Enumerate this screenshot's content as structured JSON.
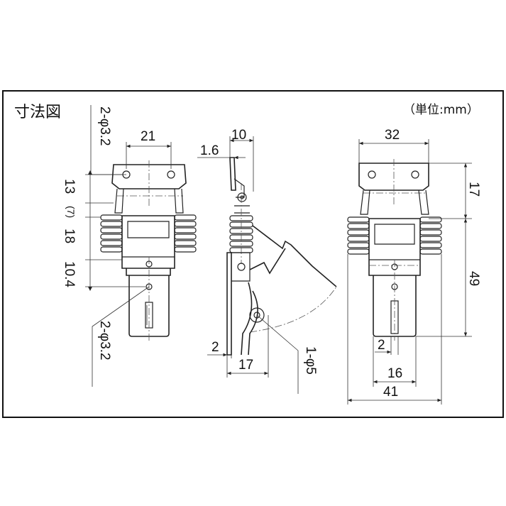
{
  "title": "寸法図",
  "unit": "（単位:mm）",
  "front_view": {
    "width": "21",
    "hole_top": "2-φ3.2",
    "hole_bottom": "2-φ3.2",
    "dim_13": "13",
    "dim_7": "(7)",
    "dim_18": "18",
    "dim_10_4": "10.4"
  },
  "side_view": {
    "dim_10": "10",
    "dim_1_6": "1.6",
    "dim_2": "2",
    "dim_17": "17",
    "hole": "1-φ5"
  },
  "right_view": {
    "dim_32": "32",
    "dim_17": "17",
    "dim_49": "49",
    "dim_2": "2",
    "dim_16": "16",
    "dim_41": "41"
  }
}
